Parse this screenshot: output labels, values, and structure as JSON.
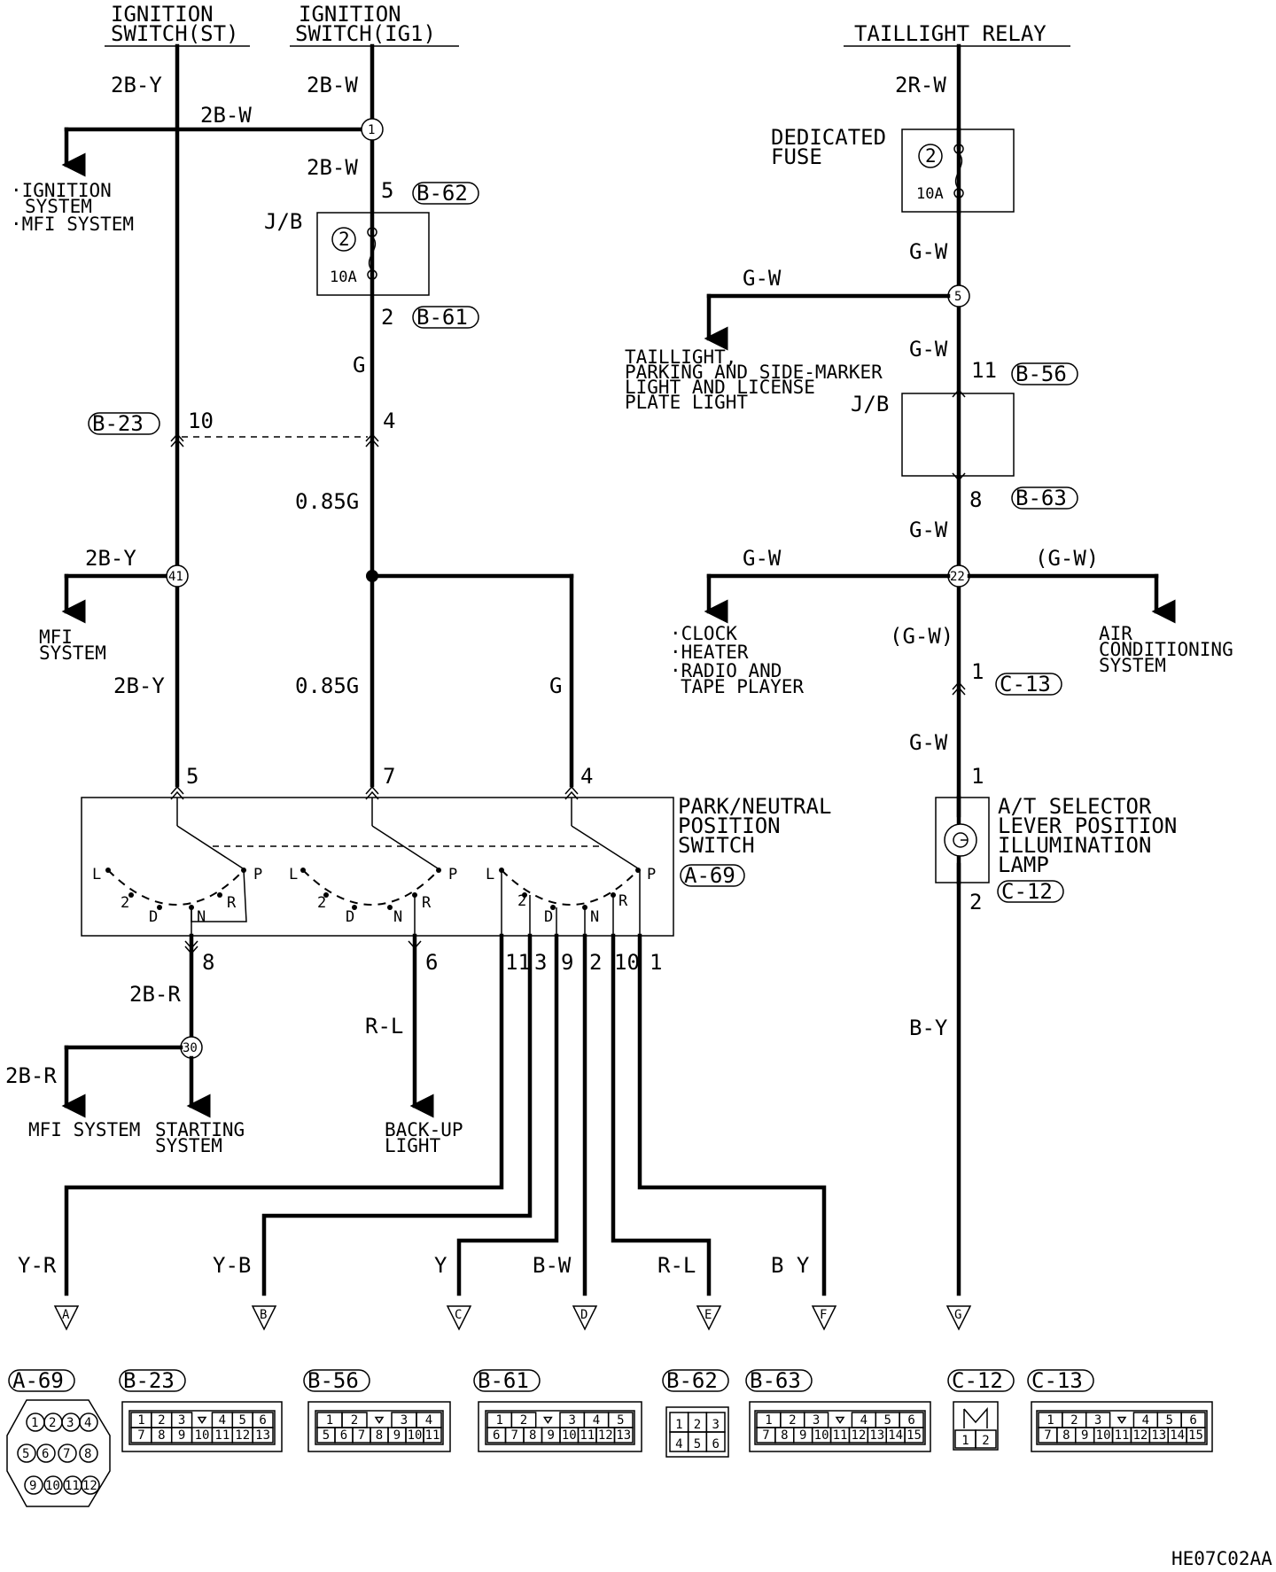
{
  "top_sources": {
    "ignition_st": [
      "IGNITION",
      "SWITCH(ST)"
    ],
    "ignition_ig1": [
      "IGNITION",
      "SWITCH(IG1)"
    ],
    "taillight_relay": "TAILLIGHT RELAY"
  },
  "wires": {
    "st_2by": "2B-Y",
    "ig_2bw_top": "2B-W",
    "ig_branch_2bw": "2B-W",
    "ig_2bw_mid": "2B-W",
    "g_below_fuse": "G",
    "g_085_upper": "0.85G",
    "st_2by_branch": "2B-Y",
    "st_2by_lower": "2B-Y",
    "g_085_lower": "0.85G",
    "g_right": "G",
    "out_2br": "2B-R",
    "out_2br_branch": "2B-R",
    "out_rl": "R-L",
    "tl_2rw": "2R-W",
    "tl_gw1": "G-W",
    "tl_gw_branch": "G-W",
    "tl_gw2": "G-W",
    "tl_gw3": "G-W",
    "tl_gw_branch2": "G-W",
    "tl_gw_ac": "(G-W)",
    "tl_gw_paren": "(G-W)",
    "tl_gw4": "G-W",
    "lamp_by": "B-Y",
    "bottom": [
      "Y-R",
      "Y-B",
      "Y",
      "B-W",
      "R-L",
      "B Y"
    ]
  },
  "destinations": {
    "ignition_mfi": [
      "·IGNITION",
      "SYSTEM",
      "·MFI SYSTEM"
    ],
    "mfi_1": [
      "MFI",
      "SYSTEM"
    ],
    "mfi_2": "MFI SYSTEM",
    "starting": [
      "STARTING",
      "SYSTEM"
    ],
    "backup": [
      "BACK-UP",
      "LIGHT"
    ],
    "taillight": [
      "TAILLIGHT,",
      "PARKING AND SIDE-MARKER",
      "LIGHT AND LICENSE",
      "PLATE LIGHT"
    ],
    "clock": [
      "·CLOCK",
      "·HEATER",
      "·RADIO AND",
      "TAPE PLAYER"
    ],
    "ac": [
      "AIR",
      "CONDITIONING",
      "SYSTEM"
    ]
  },
  "junctions": [
    "1",
    "41",
    "30",
    "5",
    "22"
  ],
  "connectors": {
    "b62": "B-62",
    "b61": "B-61",
    "b23": "B-23",
    "b56": "B-56",
    "b63": "B-63",
    "c13": "C-13",
    "c12": "C-12",
    "a69": "A-69"
  },
  "pins": {
    "b62": "5",
    "b61": "2",
    "b23": "10",
    "b23_ig": "4",
    "sw_in_1": "5",
    "sw_in_2": "7",
    "sw_in_3": "4",
    "sw_out_8": "8",
    "sw_out_6": "6",
    "sw_out": [
      "11",
      "3",
      "9",
      "2",
      "10",
      "1"
    ],
    "b56": "11",
    "b63": "8",
    "c13": "1",
    "c12_in": "1",
    "c12_out": "2"
  },
  "jb_label": "J/B",
  "jb_label_2": "J/B",
  "fuse_left": {
    "number": "2",
    "rating": "10A"
  },
  "fuse_right": {
    "number": "2",
    "rating": "10A"
  },
  "dedicated_fuse": [
    "DEDICATED",
    "FUSE"
  ],
  "switch_title": [
    "PARK/NEUTRAL",
    "POSITION",
    "SWITCH"
  ],
  "switch_positions": [
    "L",
    "2",
    "D",
    "N",
    "R",
    "P"
  ],
  "lamp_title": [
    "A/T SELECTOR",
    "LEVER POSITION",
    "ILLUMINATION",
    "LAMP"
  ],
  "terminals": [
    "A",
    "B",
    "C",
    "D",
    "E",
    "F",
    "G"
  ],
  "connector_faces": {
    "a69": {
      "label": "A-69",
      "rows": [
        [
          "1",
          "2",
          "3",
          "4"
        ],
        [
          "5",
          "6",
          "7",
          "8"
        ],
        [
          "9",
          "10",
          "11",
          "12"
        ]
      ]
    },
    "b23": {
      "label": "B-23",
      "rows": [
        [
          "1",
          "2",
          "3",
          "",
          "4",
          "5",
          "6"
        ],
        [
          "7",
          "8",
          "9",
          "10",
          "11",
          "12",
          "13"
        ]
      ]
    },
    "b56": {
      "label": "B-56",
      "rows": [
        [
          "1",
          "2",
          "",
          "3",
          "4"
        ],
        [
          "5",
          "6",
          "7",
          "8",
          "9",
          "10",
          "11"
        ]
      ]
    },
    "b61": {
      "label": "B-61",
      "rows": [
        [
          "1",
          "2",
          "",
          "3",
          "4",
          "5"
        ],
        [
          "6",
          "7",
          "8",
          "9",
          "10",
          "11",
          "12",
          "13"
        ]
      ]
    },
    "b62": {
      "label": "B-62",
      "rows": [
        [
          "1",
          "2",
          "3"
        ],
        [
          "4",
          "5",
          "6"
        ]
      ]
    },
    "b63": {
      "label": "B-63",
      "rows": [
        [
          "1",
          "2",
          "3",
          "",
          "4",
          "5",
          "6"
        ],
        [
          "7",
          "8",
          "9",
          "10",
          "11",
          "12",
          "13",
          "14",
          "15"
        ]
      ]
    },
    "c12": {
      "label": "C-12",
      "rows": [
        [
          "1",
          "2"
        ]
      ]
    },
    "c13": {
      "label": "C-13",
      "rows": [
        [
          "1",
          "2",
          "3",
          "",
          "4",
          "5",
          "6"
        ],
        [
          "7",
          "8",
          "9",
          "10",
          "11",
          "12",
          "13",
          "14",
          "15"
        ]
      ]
    }
  },
  "figure_code": "HE07C02AA"
}
